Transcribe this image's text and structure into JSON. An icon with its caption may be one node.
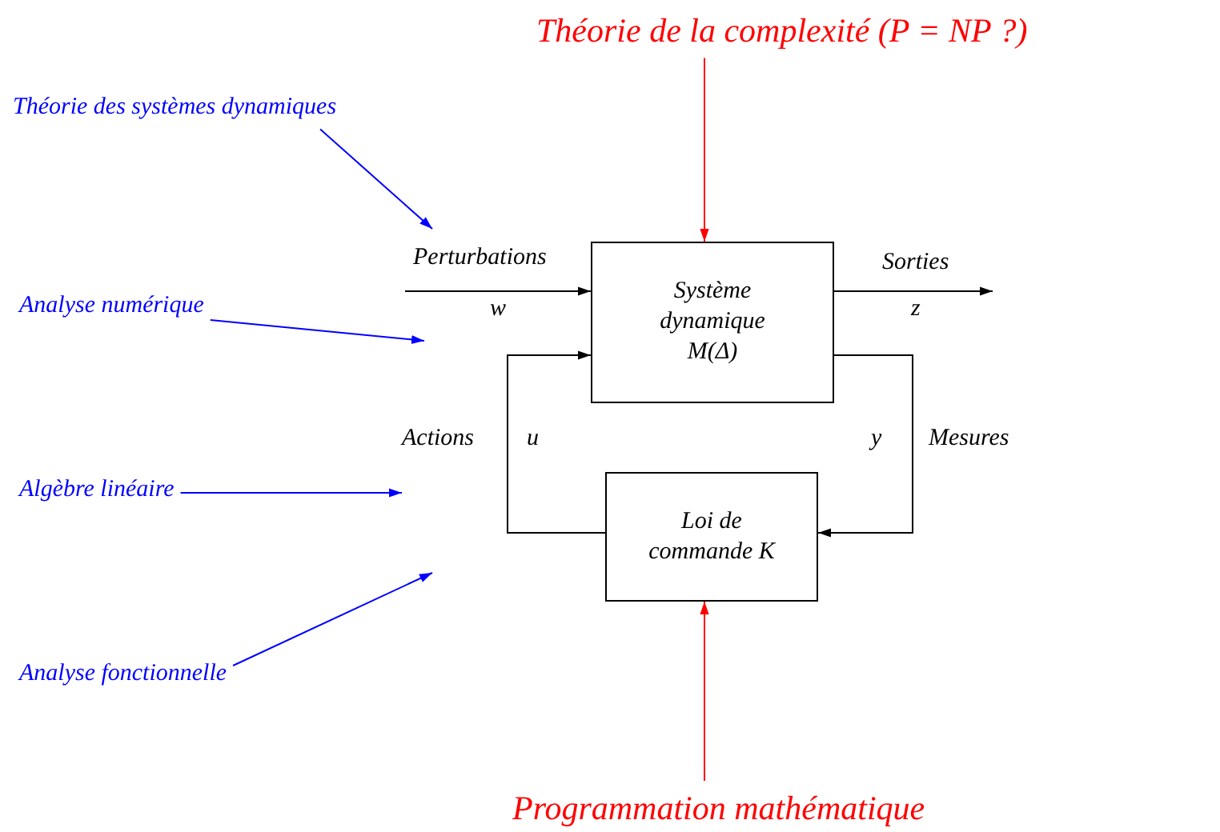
{
  "diagram": {
    "nodes": [
      {
        "text": [
          "Théorie de la complexité (P = NP ?)"
        ]
      },
      {
        "text": [
          "Système dynamique M(Δ)"
        ]
      },
      {
        "text": [
          "Loi de commande K"
        ]
      },
      {
        "text": [
          "Théorie des systèmes dynamiques"
        ]
      },
      {
        "text": [
          "Analyse numérique"
        ]
      },
      {
        "text": [
          "Algèbre linéaire"
        ]
      },
      {
        "text": [
          "Analyse fonctionnelle"
        ]
      },
      {
        "text": [
          "Programmation mathématique"
        ]
      }
    ],
    "edges": [
      {
        "from": 0,
        "to": 1,
        "arrow": "to",
        "color": "#ff0000"
      },
      {
        "from": null,
        "to": 1,
        "arrow": "to",
        "label": "Perturbations"
      },
      {
        "from": 1,
        "to": null,
        "arrow": "to",
        "label": "Sorties"
      },
      {
        "from": 1,
        "to": 2,
        "arrow": "to",
        "label": "Mesures"
      },
      {
        "from": 2,
        "to": 1,
        "arrow": "to",
        "label": "Actions"
      },
      {
        "from": 3,
        "to": null,
        "arrow": "to",
        "color": "#0000ff"
      },
      {
        "from": 4,
        "to": null,
        "arrow": "to",
        "color": "#0000ff"
      },
      {
        "from": 5,
        "to": null,
        "arrow": "to",
        "color": "#0000ff"
      },
      {
        "from": 6,
        "to": null,
        "arrow": "to",
        "color": "#0000ff"
      },
      {
        "from": 7,
        "to": 2,
        "arrow": "to",
        "color": "#ff0000"
      }
    ],
    "labels": [
      "w",
      "z",
      "u",
      "y"
    ]
  }
}
